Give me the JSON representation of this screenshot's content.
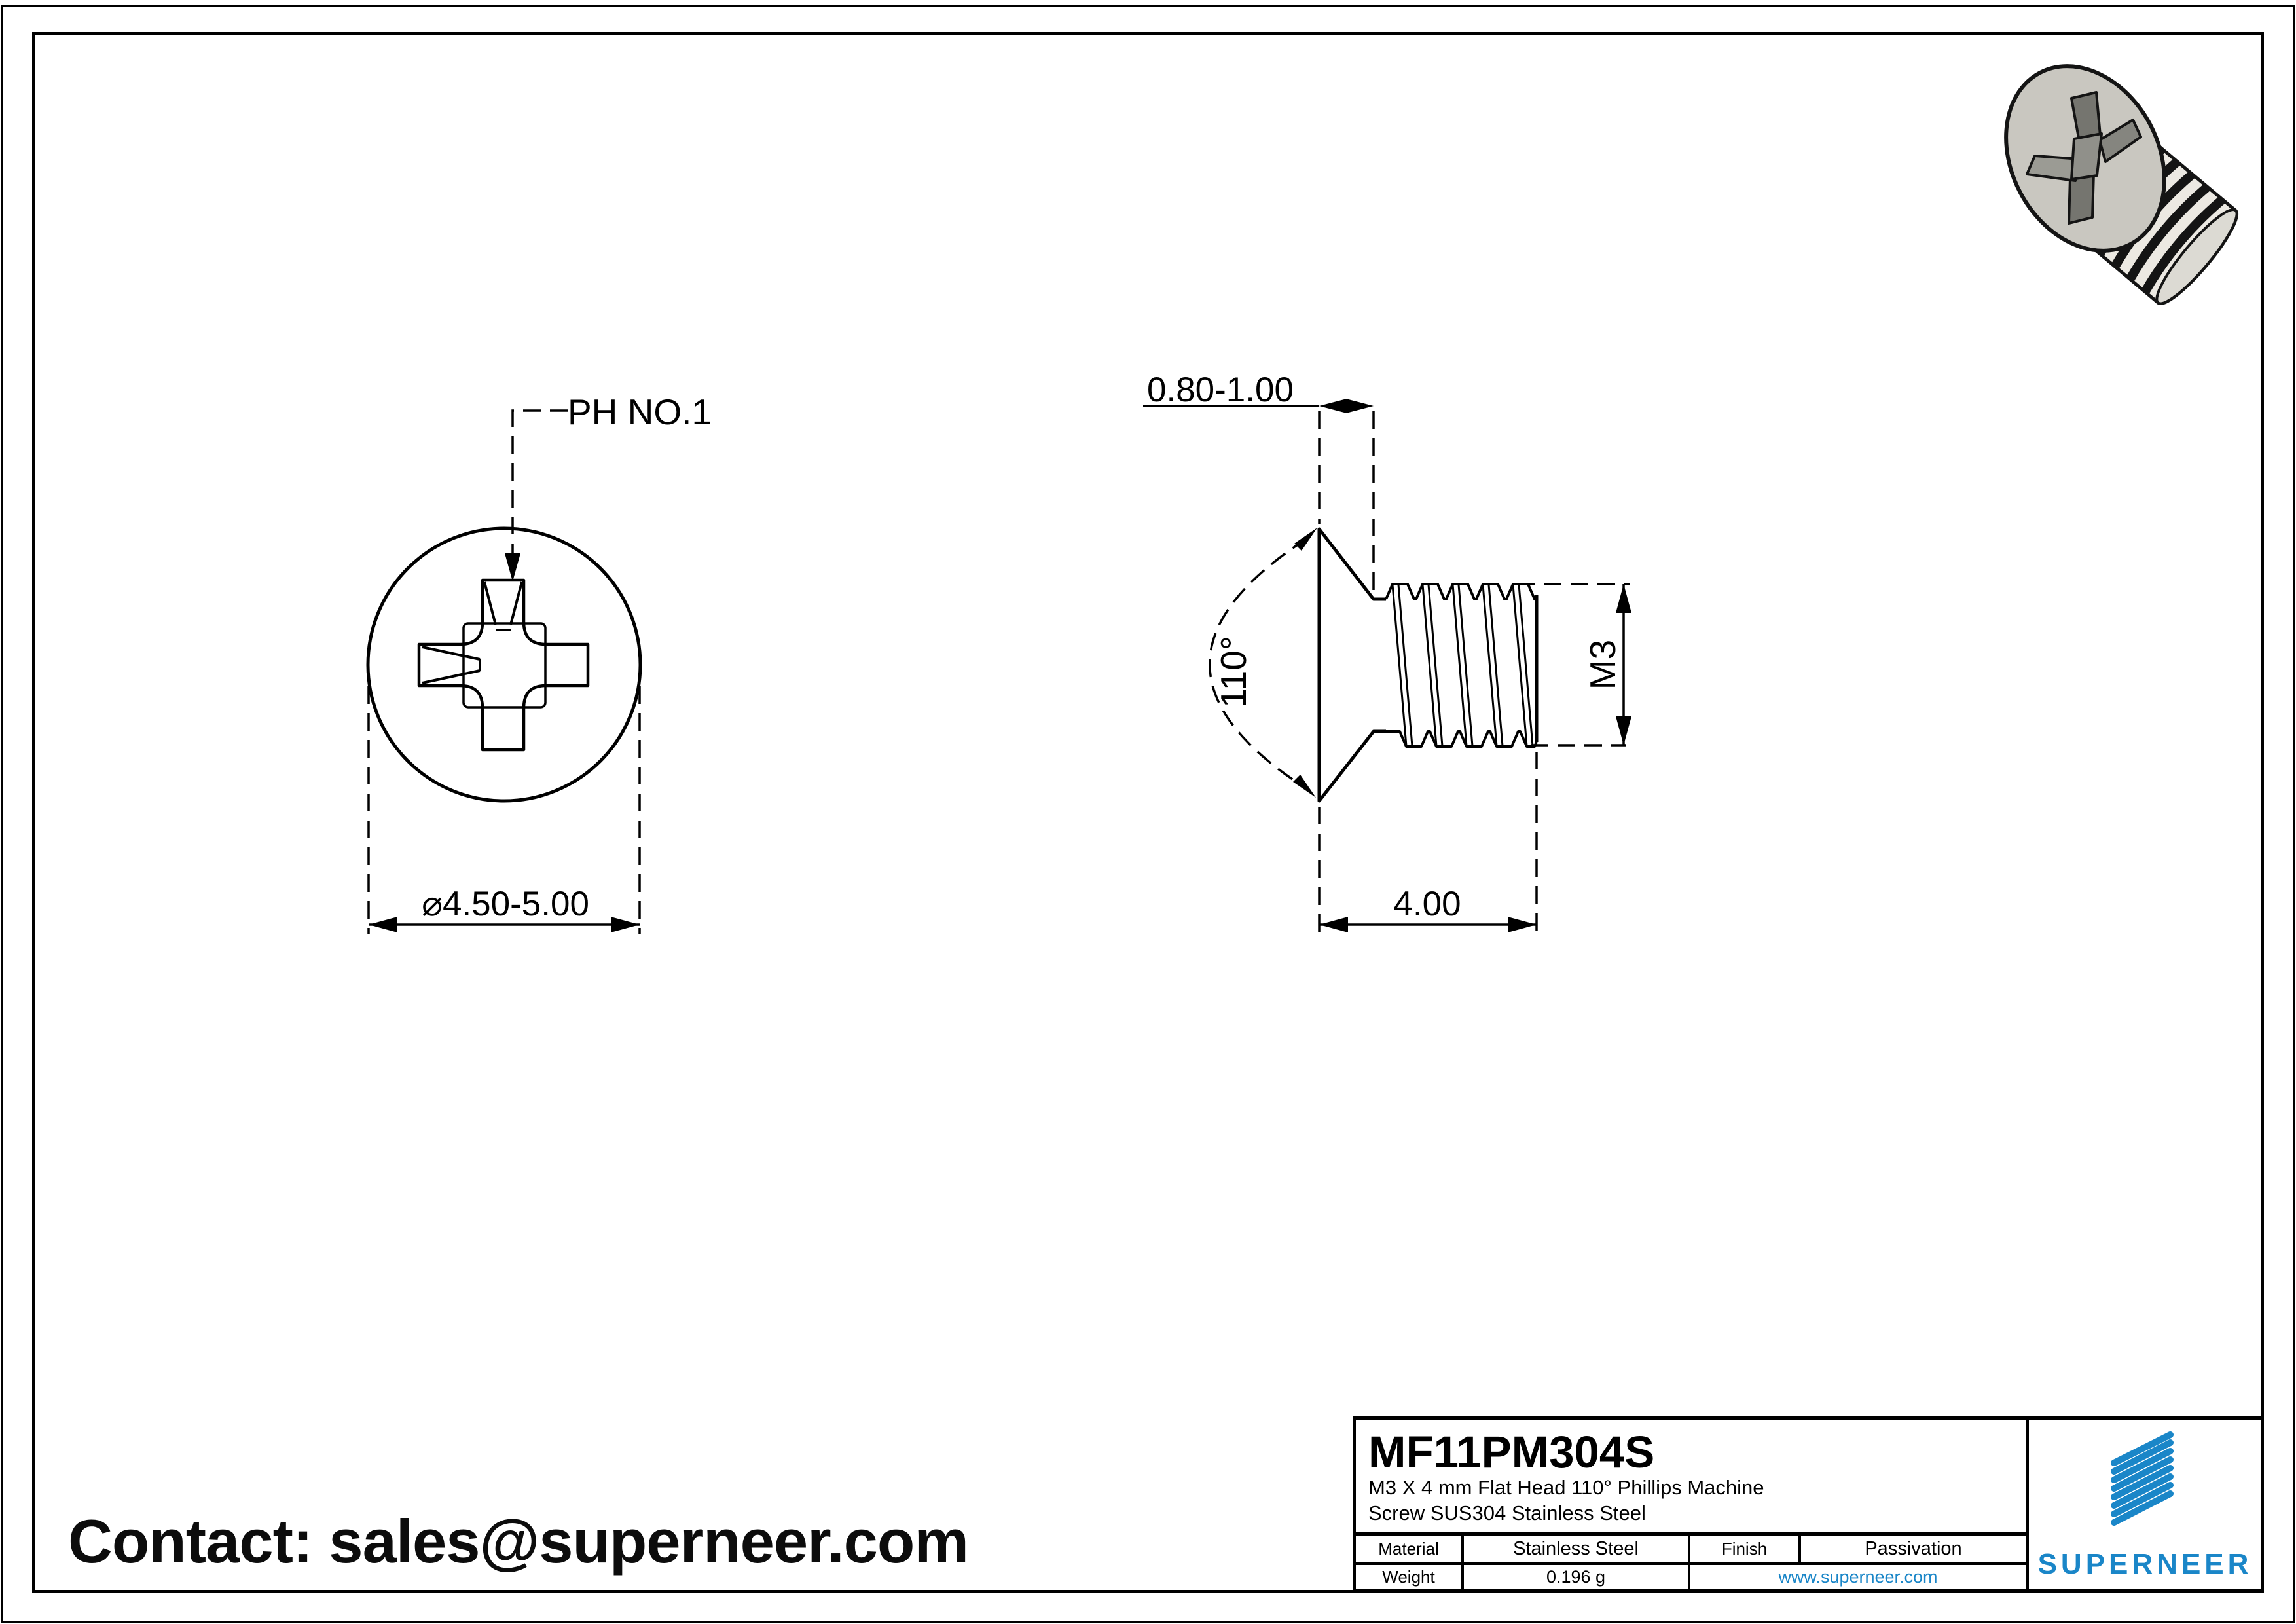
{
  "page": {
    "background": "#ffffff",
    "line_color": "#000000",
    "accent_blue": "#1a86c8"
  },
  "contact": {
    "text": "Contact: sales@superneer.com"
  },
  "views": {
    "top_view": {
      "recess_label": "PH NO.1",
      "head_diameter_label": "⌀4.50-5.00"
    },
    "side_view": {
      "head_height_label": "0.80-1.00",
      "countersink_angle_label": "110°",
      "thread_size_label": "M3",
      "thread_length_label": "4.00"
    }
  },
  "title_block": {
    "part_number": "MF11PM304S",
    "description_line1": "M3 X 4 mm  Flat Head 110° Phillips Machine",
    "description_line2": "Screw SUS304 Stainless Steel",
    "material": {
      "label": "Material",
      "value": "Stainless Steel"
    },
    "finish": {
      "label": "Finish",
      "value": "Passivation"
    },
    "weight": {
      "label": "Weight",
      "value": "0.196 g"
    },
    "website": "www.superneer.com",
    "brand_name": "SUPERNEER"
  }
}
